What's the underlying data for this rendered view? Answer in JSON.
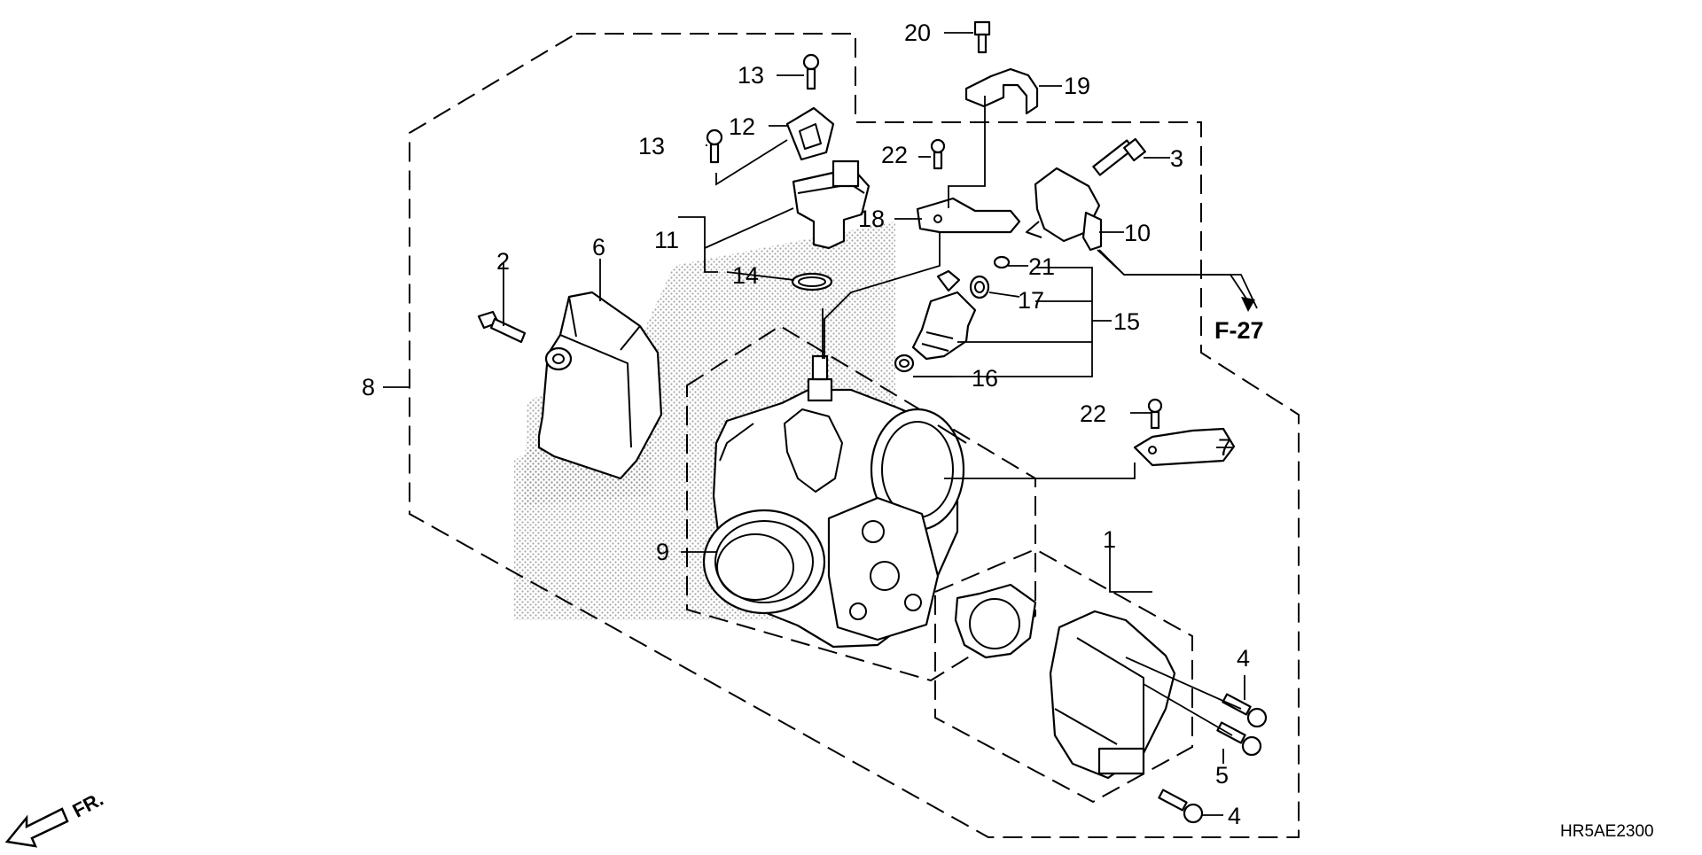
{
  "diagram": {
    "callouts": [
      {
        "id": "c1",
        "text": "1"
      },
      {
        "id": "c2",
        "text": "2"
      },
      {
        "id": "c3",
        "text": "3"
      },
      {
        "id": "c4a",
        "text": "4"
      },
      {
        "id": "c4b",
        "text": "4"
      },
      {
        "id": "c5",
        "text": "5"
      },
      {
        "id": "c6",
        "text": "6"
      },
      {
        "id": "c7",
        "text": "7"
      },
      {
        "id": "c8",
        "text": "8"
      },
      {
        "id": "c9",
        "text": "9"
      },
      {
        "id": "c10",
        "text": "10"
      },
      {
        "id": "c11",
        "text": "11"
      },
      {
        "id": "c12",
        "text": "12"
      },
      {
        "id": "c13a",
        "text": "13"
      },
      {
        "id": "c13b",
        "text": "13"
      },
      {
        "id": "c14",
        "text": "14"
      },
      {
        "id": "c15",
        "text": "15"
      },
      {
        "id": "c16",
        "text": "16"
      },
      {
        "id": "c17",
        "text": "17"
      },
      {
        "id": "c18",
        "text": "18"
      },
      {
        "id": "c19",
        "text": "19"
      },
      {
        "id": "c20",
        "text": "20"
      },
      {
        "id": "c21",
        "text": "21"
      },
      {
        "id": "c22a",
        "text": "22"
      },
      {
        "id": "c22b",
        "text": "22"
      }
    ],
    "section_reference": "F-27",
    "front_indicator": "FR.",
    "diagram_code": "HR5AE2300"
  }
}
